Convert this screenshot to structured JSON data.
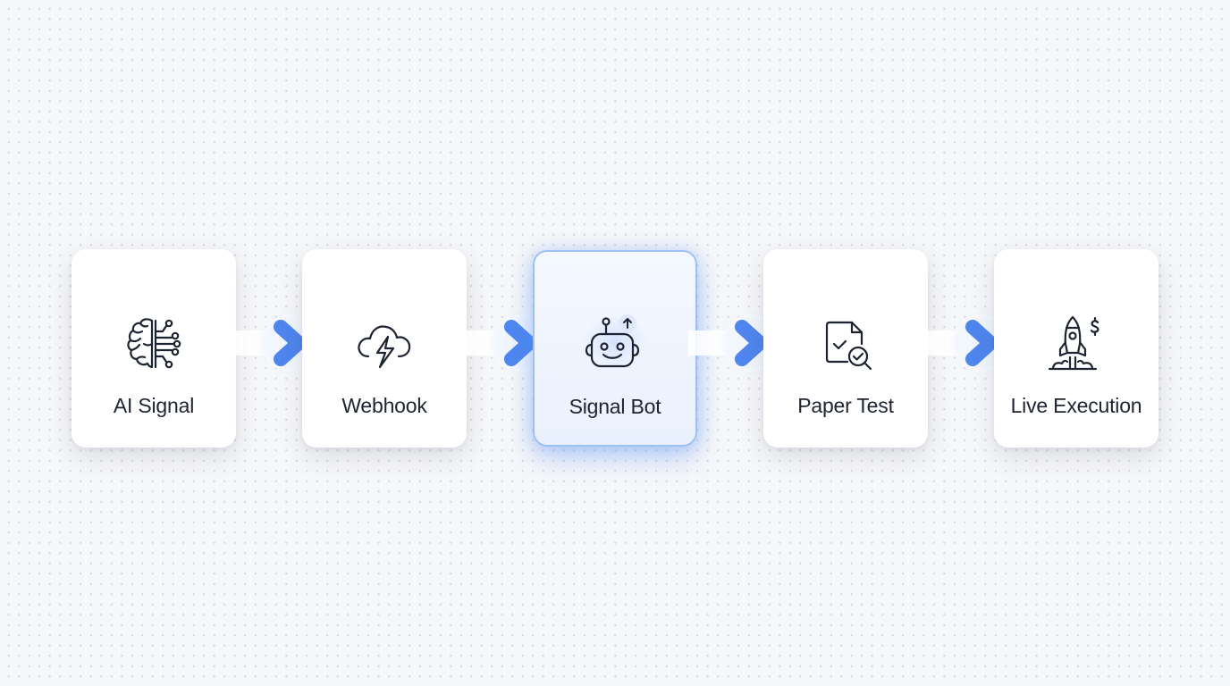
{
  "diagram": {
    "type": "pipeline-flow",
    "direction": "left-to-right",
    "colors": {
      "background": "#f6f7f9",
      "dot_grid": "#d6d9df",
      "card": "#ffffff",
      "active_card": "#eef4fe",
      "active_border": "#9fc0f5",
      "arrow": "#5b8ff0",
      "icon_stroke": "#1d2330",
      "label_text": "#1d2330"
    },
    "nodes": [
      {
        "id": "ai-signal",
        "label": "AI Signal",
        "icon": "brain-circuit-icon",
        "active": false
      },
      {
        "id": "webhook",
        "label": "Webhook",
        "icon": "cloud-lightning-icon",
        "active": false
      },
      {
        "id": "signal-bot",
        "label": "Signal Bot",
        "icon": "robot-icon",
        "badge_icon": "arrow-up-icon",
        "active": true
      },
      {
        "id": "paper-test",
        "label": "Paper Test",
        "icon": "document-check-search-icon",
        "active": false
      },
      {
        "id": "live-execution",
        "label": "Live Execution",
        "icon": "rocket-dollar-icon",
        "active": false
      }
    ],
    "edges": [
      {
        "from": "ai-signal",
        "to": "webhook"
      },
      {
        "from": "webhook",
        "to": "signal-bot"
      },
      {
        "from": "signal-bot",
        "to": "paper-test"
      },
      {
        "from": "paper-test",
        "to": "live-execution"
      }
    ]
  }
}
